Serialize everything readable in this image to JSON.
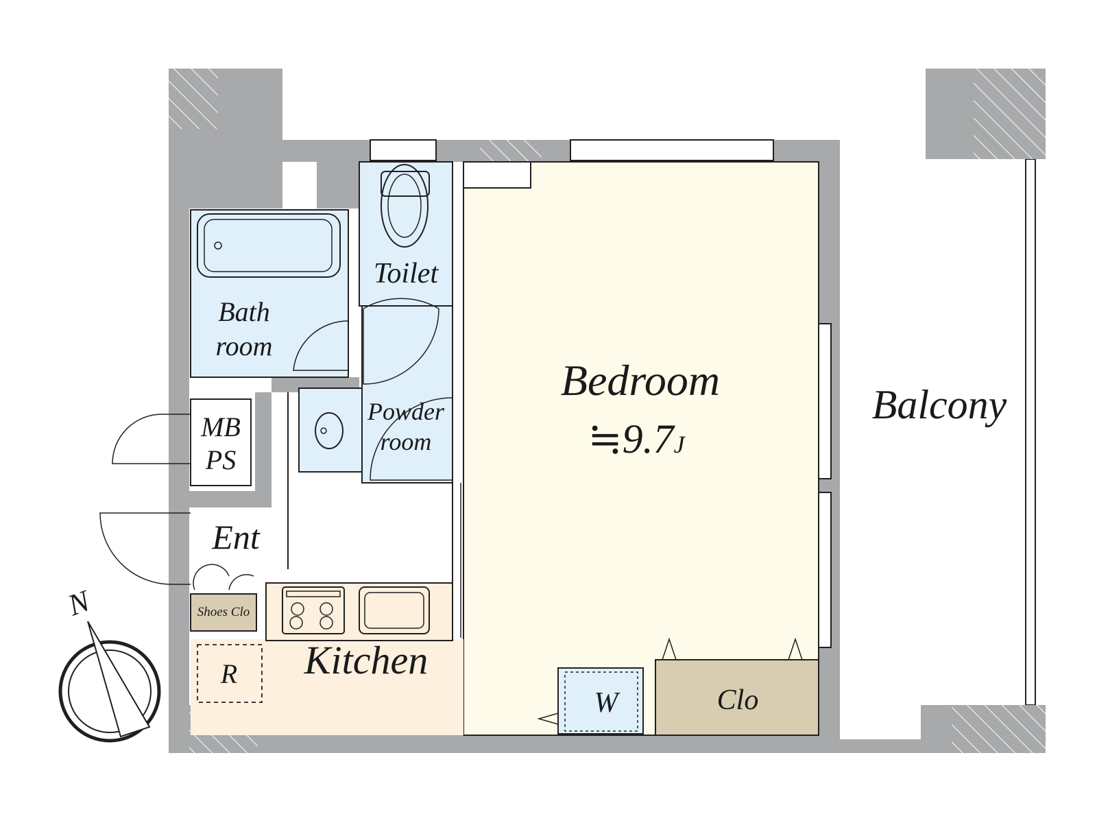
{
  "plan": {
    "rooms": {
      "bath_line1": "Bath",
      "bath_line2": "room",
      "toilet": "Toilet",
      "powder_line1": "Powder",
      "powder_line2": "room",
      "mbps_line1": "MB",
      "mbps_line2": "PS",
      "entrance": "Ent",
      "shoes": "Shoes Clo",
      "refrigerator": "R",
      "kitchen": "Kitchen",
      "bedroom": "Bedroom",
      "bedroom_area_prefix": "≒9.7",
      "bedroom_area_unit": "J",
      "washer": "W",
      "closet": "Clo",
      "balcony": "Balcony"
    },
    "compass": {
      "north": "N"
    },
    "colors": {
      "wall": "#a7a9ab",
      "wet_area": "#dff0fb",
      "bedroom_floor": "#fefbea",
      "kitchen_floor": "#fdf0de",
      "closet_floor": "#d8cdb0",
      "line": "#231f20"
    }
  }
}
